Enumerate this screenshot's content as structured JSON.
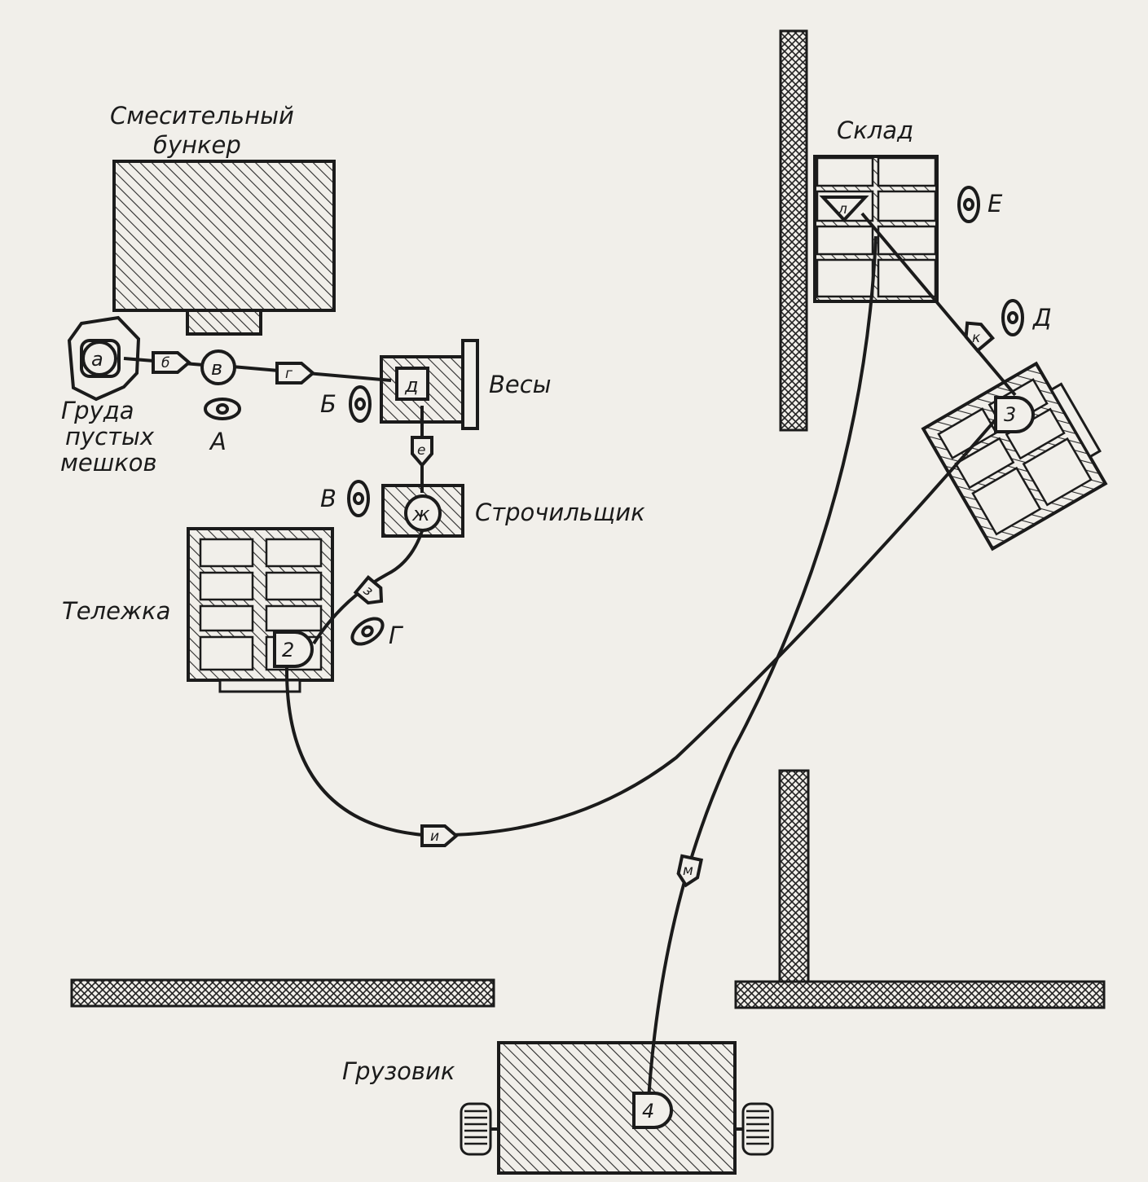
{
  "labels": {
    "mixing_bunker_line1": "Смесительный",
    "mixing_bunker_line2": "бункер",
    "bag_pile_line1": "Груда",
    "bag_pile_line2": "пустых",
    "bag_pile_line3": "мешков",
    "scales": "Весы",
    "sewer": "Строчильщик",
    "cart": "Тележка",
    "warehouse": "Склад",
    "truck": "Грузовик"
  },
  "operations": {
    "a": "а",
    "v": "в",
    "zh": "ж"
  },
  "inspections": {
    "d": "д"
  },
  "storages": {
    "s2": "2",
    "s3": "3",
    "s4": "4",
    "l": "л"
  },
  "transports": {
    "b": "б",
    "g": "г",
    "e": "е",
    "z": "з",
    "i": "и",
    "k": "к",
    "m": "м"
  },
  "workers": {
    "A": "А",
    "B": "Б",
    "V": "В",
    "G": "Г",
    "D": "Д",
    "E": "Е"
  }
}
